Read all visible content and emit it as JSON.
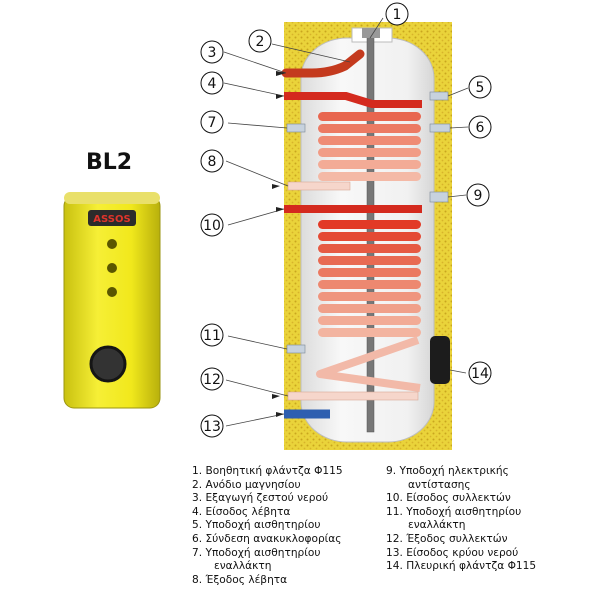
{
  "product": {
    "title": "BL2",
    "brand": "ASSOS"
  },
  "callouts": [
    "1",
    "2",
    "3",
    "4",
    "5",
    "6",
    "7",
    "8",
    "9",
    "10",
    "11",
    "12",
    "13",
    "14"
  ],
  "legend": {
    "left": [
      {
        "line1": "1. Βοηθητική φλάντζα Φ115",
        "line2": ""
      },
      {
        "line1": "2. Ανόδιο μαγνησίου",
        "line2": ""
      },
      {
        "line1": "3. Εξαγωγή ζεστού νερού",
        "line2": ""
      },
      {
        "line1": "4. Είσοδος λέβητα",
        "line2": ""
      },
      {
        "line1": "5. Υποδοχή αισθητηρίου",
        "line2": ""
      },
      {
        "line1": "6. Σύνδεση ανακυκλοφορίας",
        "line2": ""
      },
      {
        "line1": "7. Υποδοχή αισθητηρίου",
        "line2": "εναλλάκτη"
      },
      {
        "line1": "8. Έξοδος λέβητα",
        "line2": ""
      }
    ],
    "right": [
      {
        "line1": "9. Υποδοχή ηλεκτρικής",
        "line2": "αντίστασης"
      },
      {
        "line1": "10. Είσοδος συλλεκτών",
        "line2": ""
      },
      {
        "line1": "11. Υποδοχή αισθητηρίου",
        "line2": "εναλλάκτη"
      },
      {
        "line1": "12. Έξοδος συλλεκτών",
        "line2": ""
      },
      {
        "line1": "13. Είσοδος κρύου νερού",
        "line2": ""
      },
      {
        "line1": "14. Πλευρική φλάντζα Φ115",
        "line2": ""
      }
    ]
  },
  "colors": {
    "insulation": "#ead33a",
    "insulation_dot": "#c9a61e",
    "tank": "#f2f2f2",
    "hot_pipe": "#d42a1e",
    "cold_pipe": "#2e5fb0",
    "coil_light": "#f3b9a8",
    "coil_dark": "#e65a45",
    "boiler_yellow": "#f1e81c",
    "boiler_dark": "#3a3a3a"
  }
}
